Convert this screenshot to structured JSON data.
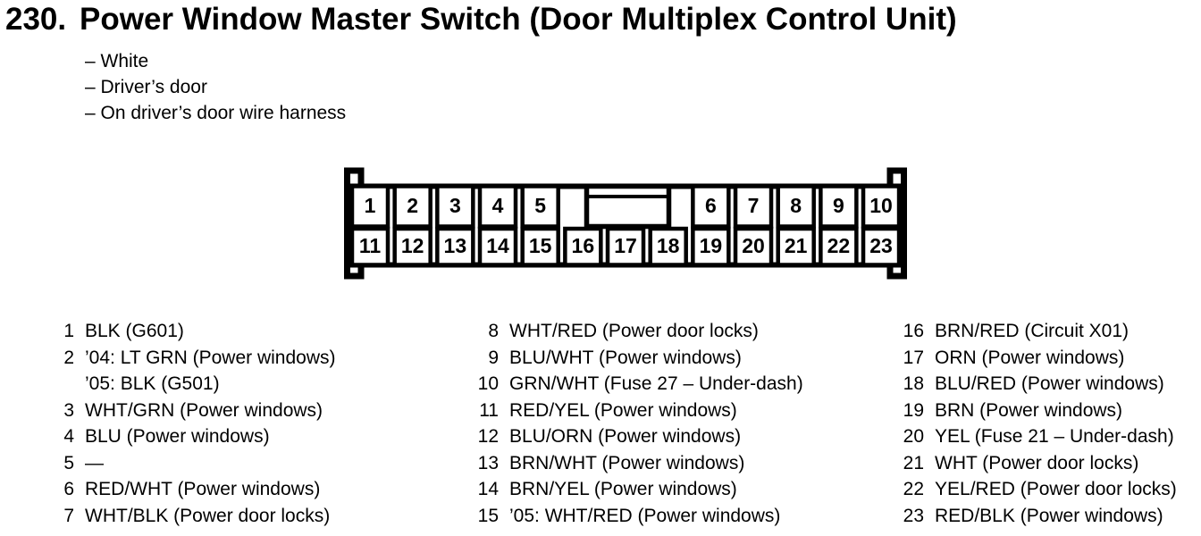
{
  "title": {
    "number": "230.",
    "text": "Power Window Master Switch (Door Multiplex Control Unit)"
  },
  "notes": [
    "– White",
    "– Driver’s door",
    "– On driver’s door wire harness"
  ],
  "connector": {
    "description": "23-pin connector, front view",
    "top_left_pins": [
      "1",
      "2",
      "3",
      "4",
      "5"
    ],
    "top_right_pins": [
      "6",
      "7",
      "8",
      "9",
      "10"
    ],
    "bottom_pins": [
      "11",
      "12",
      "13",
      "14",
      "15",
      "16",
      "17",
      "18",
      "19",
      "20",
      "21",
      "22",
      "23"
    ]
  },
  "pin_list": {
    "columns": [
      {
        "pins": [
          {
            "num": "1",
            "lines": [
              "BLK (G601)"
            ]
          },
          {
            "num": "2",
            "lines": [
              "’04: LT GRN (Power windows)",
              "’05: BLK (G501)"
            ]
          },
          {
            "num": "3",
            "lines": [
              "WHT/GRN (Power windows)"
            ]
          },
          {
            "num": "4",
            "lines": [
              "BLU (Power windows)"
            ]
          },
          {
            "num": "5",
            "lines": [
              "—"
            ]
          },
          {
            "num": "6",
            "lines": [
              "RED/WHT (Power windows)"
            ]
          },
          {
            "num": "7",
            "lines": [
              "WHT/BLK (Power door locks)"
            ]
          }
        ]
      },
      {
        "pins": [
          {
            "num": "8",
            "lines": [
              "WHT/RED (Power door locks)"
            ]
          },
          {
            "num": "9",
            "lines": [
              "BLU/WHT (Power windows)"
            ]
          },
          {
            "num": "10",
            "lines": [
              "GRN/WHT (Fuse 27 – Under-dash)"
            ]
          },
          {
            "num": "11",
            "lines": [
              "RED/YEL (Power windows)"
            ]
          },
          {
            "num": "12",
            "lines": [
              "BLU/ORN (Power windows)"
            ]
          },
          {
            "num": "13",
            "lines": [
              "BRN/WHT (Power windows)"
            ]
          },
          {
            "num": "14",
            "lines": [
              "BRN/YEL (Power windows)"
            ]
          },
          {
            "num": "15",
            "lines": [
              "’05: WHT/RED (Power windows)"
            ]
          }
        ]
      },
      {
        "pins": [
          {
            "num": "16",
            "lines": [
              "BRN/RED (Circuit X01)"
            ]
          },
          {
            "num": "17",
            "lines": [
              "ORN (Power windows)"
            ]
          },
          {
            "num": "18",
            "lines": [
              "BLU/RED (Power windows)"
            ]
          },
          {
            "num": "19",
            "lines": [
              "BRN (Power windows)"
            ]
          },
          {
            "num": "20",
            "lines": [
              "YEL (Fuse 21 – Under-dash)"
            ]
          },
          {
            "num": "21",
            "lines": [
              "WHT (Power door locks)"
            ]
          },
          {
            "num": "22",
            "lines": [
              "YEL/RED (Power door locks)"
            ]
          },
          {
            "num": "23",
            "lines": [
              "RED/BLK (Power windows)"
            ]
          }
        ]
      }
    ]
  },
  "colors": {
    "ink": "#000000",
    "paper": "#ffffff"
  }
}
